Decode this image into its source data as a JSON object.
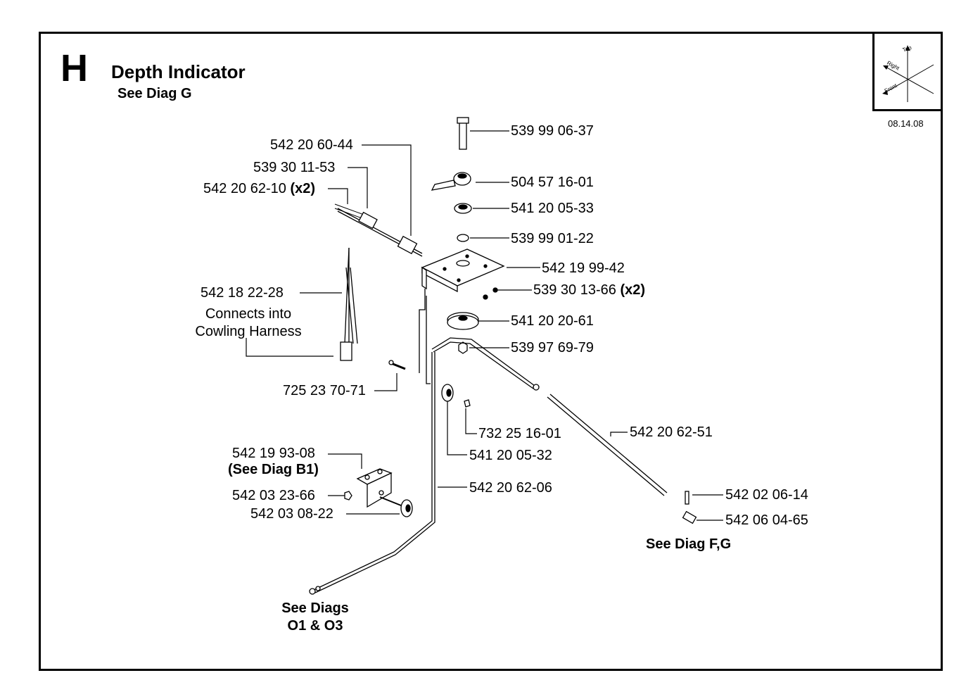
{
  "header": {
    "section_letter": "H",
    "title": "Depth Indicator",
    "subtitle": "See Diag G",
    "date": "08.14.08"
  },
  "orientation": {
    "top": "Top",
    "right": "Right",
    "front": "Front"
  },
  "parts": {
    "p1": "539 99 06-37",
    "p2": "504 57 16-01",
    "p3": "541 20 05-33",
    "p4": "539 99 01-22",
    "p5": "542 19 99-42",
    "p6": "539 30 13-66",
    "p6_qty": "(x2)",
    "p7": "541 20 20-61",
    "p8": "539 97 69-79",
    "p9": "542 20 60-44",
    "p10": "539 30 11-53",
    "p11": "542 20 62-10",
    "p11_qty": "(x2)",
    "p12": "542 18 22-28",
    "p13": "725 23 70-71",
    "p14": "732 25 16-01",
    "p15": "541 20 05-32",
    "p16": "542 20 62-51",
    "p17": "542 19 93-08",
    "p18": "542 03 23-66",
    "p19": "542 03 08-22",
    "p20": "542 20 62-06",
    "p21": "542 02 06-14",
    "p22": "542 06 04-65"
  },
  "notes": {
    "harness_line1": "Connects into",
    "harness_line2": "Cowling Harness",
    "see_b1": "(See Diag B1)",
    "see_fg": "See Diag F,G",
    "see_o_line1": "See Diags",
    "see_o_line2": "O1 & O3"
  }
}
